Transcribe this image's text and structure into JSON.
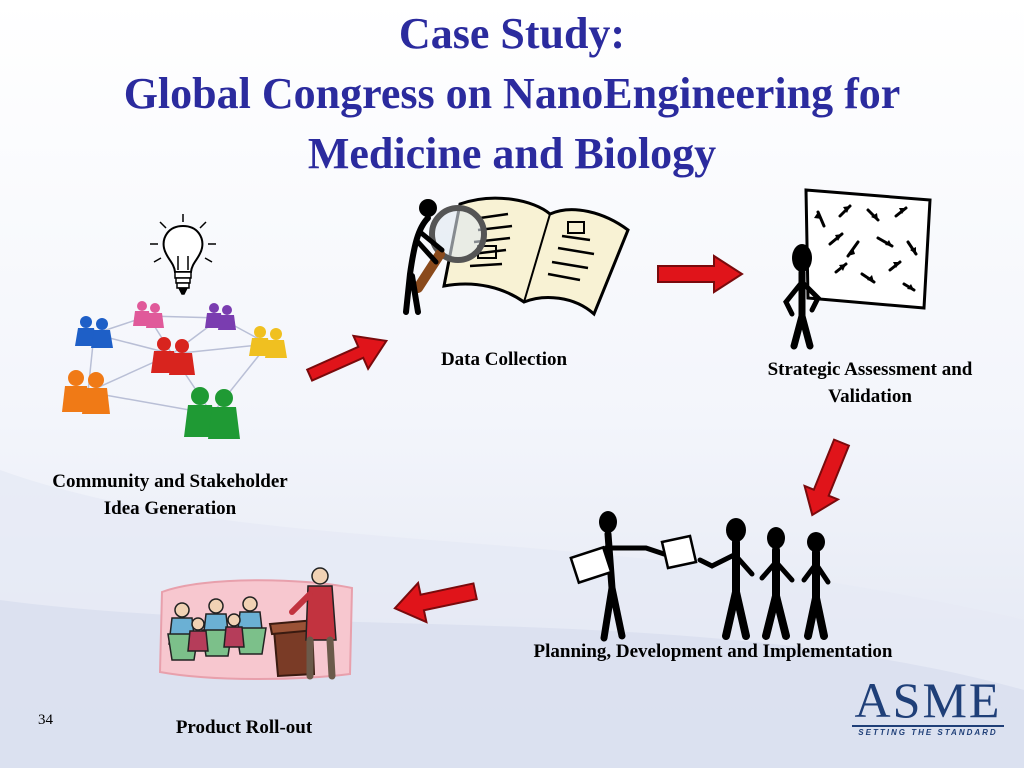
{
  "slide": {
    "title_line1": "Case Study:",
    "title_line2": "Global Congress on NanoEngineering for",
    "title_line3": "Medicine and Biology",
    "slide_number": "34"
  },
  "steps": {
    "community_line1": "Community and Stakeholder",
    "community_line2": "Idea Generation",
    "data_collection": "Data Collection",
    "assessment_line1": "Strategic Assessment and",
    "assessment_line2": "Validation",
    "planning": "Planning, Development and Implementation",
    "rollout": "Product Roll-out"
  },
  "logo": {
    "name": "ASME",
    "tagline": "SETTING THE STANDARD"
  },
  "colors": {
    "title": "#2b2b9e",
    "arrow": "#e0141a",
    "logo": "#1f3f78"
  },
  "icons": {
    "idea": "lightbulb-icon",
    "network": "people-network-icon",
    "research": "magnifier-book-icon",
    "assessment": "arrows-board-icon",
    "planning": "team-planning-icon",
    "rollout": "presentation-audience-icon"
  }
}
